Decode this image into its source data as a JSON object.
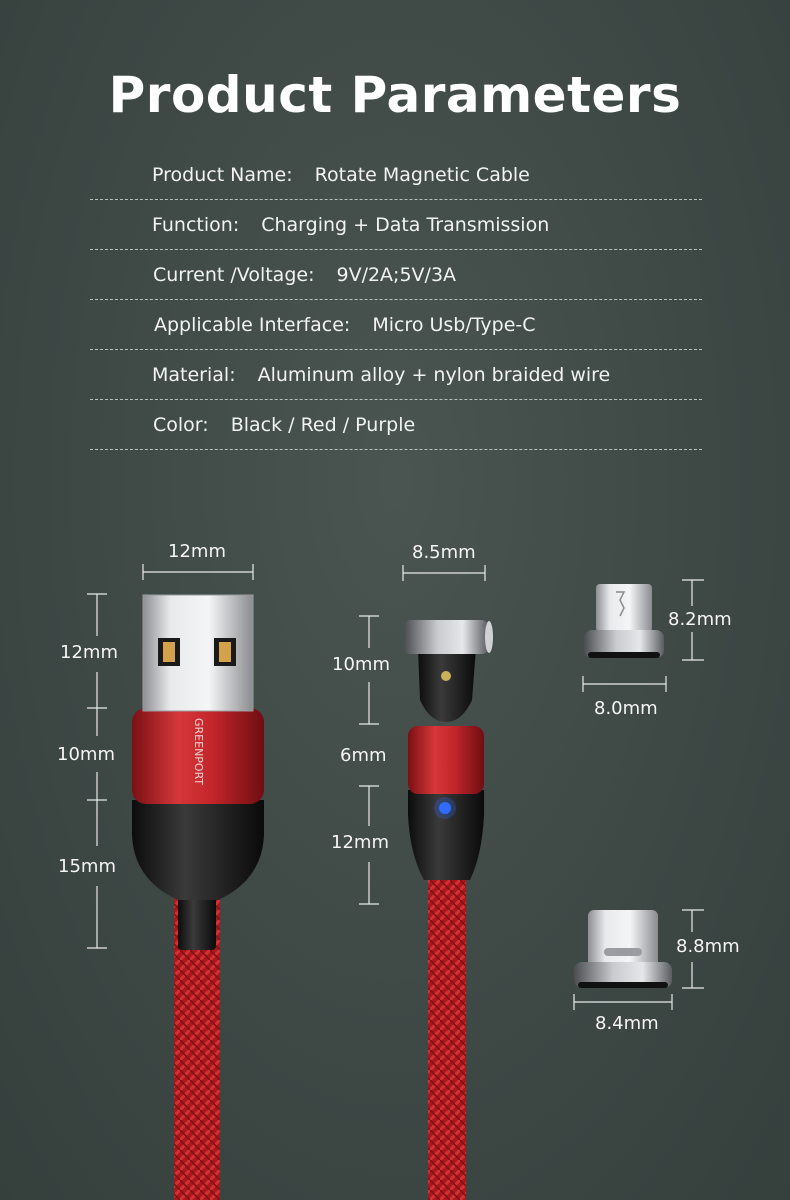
{
  "title": "Product Parameters",
  "params": [
    {
      "label": "Product Name:",
      "value": "Rotate Magnetic Cable"
    },
    {
      "label": "Function:",
      "value": "Charging + Data Transmission"
    },
    {
      "label": "Current /Voltage:",
      "value": "9V/2A;5V/3A"
    },
    {
      "label": "Applicable Interface:",
      "value": "Micro Usb/Type-C"
    },
    {
      "label": "Material:",
      "value": "Aluminum alloy + nylon braided wire"
    },
    {
      "label": "Color:",
      "value": "Black / Red / Purple"
    }
  ],
  "brand_text": "GREENPORT",
  "dimensions": {
    "usb_width": "12mm",
    "usb_plug_length": "12mm",
    "usb_head_length": "10mm",
    "usb_boot_length": "15mm",
    "mag_width": "8.5mm",
    "mag_tip_length": "10mm",
    "mag_head_length": "6mm",
    "mag_boot_length": "12mm",
    "micro_height": "8.2mm",
    "micro_width": "8.0mm",
    "typec_height": "8.8mm",
    "typec_width": "8.4mm"
  },
  "colors": {
    "background": "#3f4a46",
    "cable_red": "#c8262a",
    "led_blue": "#2f6bff"
  }
}
